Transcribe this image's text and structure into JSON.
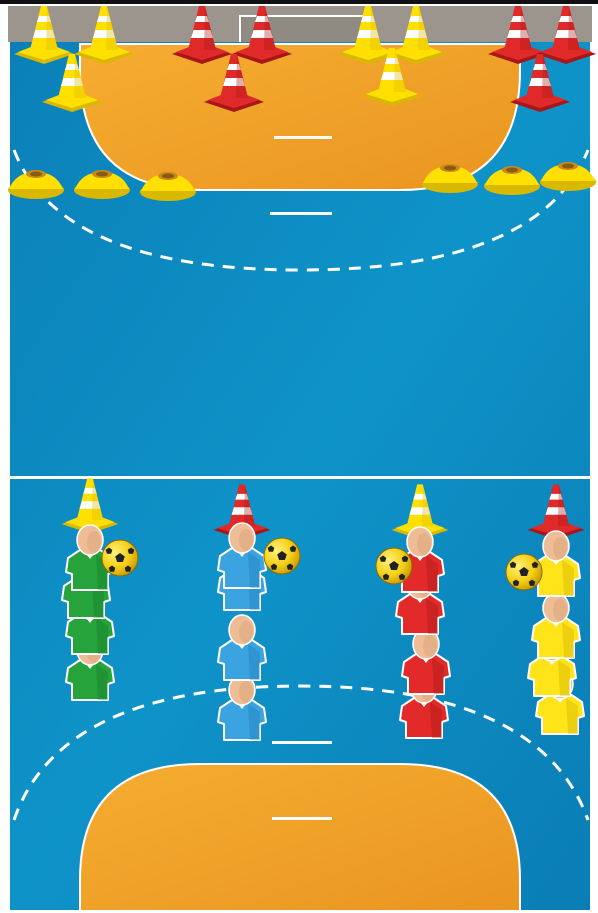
{
  "colors": {
    "court_blue": "#0d8fc4",
    "court_blue_dark": "#0a78ad",
    "zone_orange": "#f2a32a",
    "line_white": "#ffffff",
    "header_gray": "#9b958d",
    "cone_yellow": "#ffe000",
    "cone_red": "#e02a2a",
    "team_green": "#26a33a",
    "team_blue": "#3aa3e0",
    "team_red": "#e22a2a",
    "team_yellow": "#ffe41a",
    "ball": "#f5cf17",
    "skin": "#eebd95"
  },
  "top_cones": [
    {
      "color": "yellow",
      "kind": "tall"
    },
    {
      "color": "yellow",
      "kind": "tall"
    },
    {
      "color": "yellow",
      "kind": "tall"
    },
    {
      "color": "red",
      "kind": "tall"
    },
    {
      "color": "red",
      "kind": "tall"
    },
    {
      "color": "red",
      "kind": "tall"
    },
    {
      "color": "yellow",
      "kind": "tall"
    },
    {
      "color": "yellow",
      "kind": "tall"
    },
    {
      "color": "yellow",
      "kind": "tall"
    },
    {
      "color": "red",
      "kind": "tall"
    },
    {
      "color": "red",
      "kind": "tall"
    },
    {
      "color": "red",
      "kind": "tall"
    }
  ],
  "disc_cones": [
    {
      "color": "yellow"
    },
    {
      "color": "yellow"
    },
    {
      "color": "yellow"
    },
    {
      "color": "yellow"
    },
    {
      "color": "yellow"
    },
    {
      "color": "yellow"
    }
  ],
  "teams": [
    {
      "name": "green-team",
      "shirt": "green",
      "cone": "yellow",
      "players": 4,
      "has_ball": true
    },
    {
      "name": "blue-team",
      "shirt": "blue",
      "cone": "red",
      "players": 4,
      "has_ball": true
    },
    {
      "name": "red-team",
      "shirt": "red",
      "cone": "yellow",
      "players": 4,
      "has_ball": true
    },
    {
      "name": "yellow-team",
      "shirt": "yellow",
      "cone": "red",
      "players": 4,
      "has_ball": true
    }
  ]
}
